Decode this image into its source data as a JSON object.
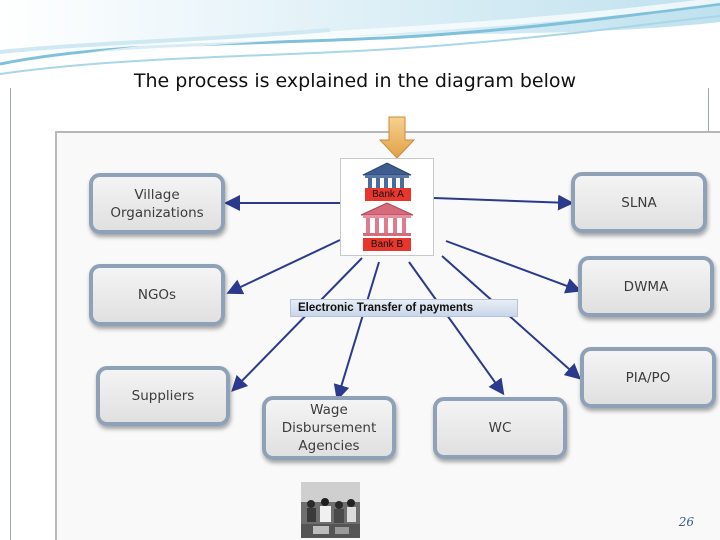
{
  "page": {
    "title": "The process is explained in the diagram below",
    "slide_number": "26"
  },
  "diagram": {
    "nodes": {
      "village": "Village Organizations",
      "ngos": "NGOs",
      "suppliers": "Suppliers",
      "wage": "Wage Disbursement Agencies",
      "wc": "WC",
      "slna": "SLNA",
      "dwma": "DWMA",
      "pia": "PIA/PO"
    },
    "bank": {
      "bank_a": "Bank A",
      "bank_b": "Bank B"
    },
    "transfer_label": "Electronic Transfer  of payments"
  },
  "colors": {
    "arrow": "#2b3a8c",
    "node_border": "#8fa1b7",
    "bank_label": "#e8362d",
    "input_arrow": "#e9b25a"
  }
}
